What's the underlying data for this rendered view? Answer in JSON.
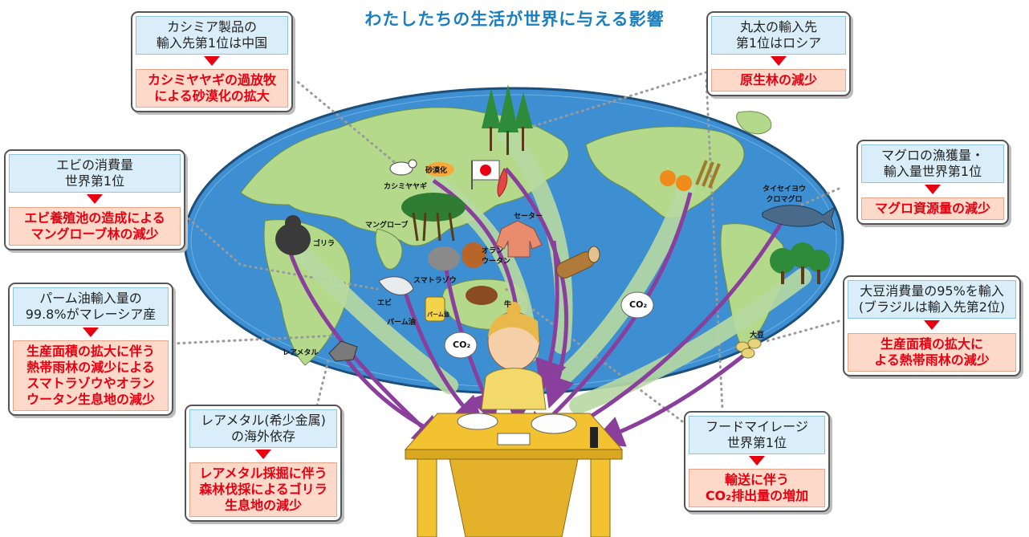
{
  "title": "わたしたちの生活が世界に与える影響",
  "cards": {
    "cashmere": {
      "fact": "カシミア製品の\n輸入先第1位は中国",
      "impact": "カシミヤヤギの過放牧\nによる砂漠化の拡大"
    },
    "logs": {
      "fact": "丸太の輸入先\n第1位はロシア",
      "impact": "原生林の減少"
    },
    "shrimp": {
      "fact": "エビの消費量\n世界第1位",
      "impact": "エビ養殖池の造成による\nマングローブ林の減少"
    },
    "tuna": {
      "fact": "マグロの漁獲量・\n輸入量世界第1位",
      "impact": "マグロ資源量の減少"
    },
    "palm": {
      "fact": "パーム油輸入量の\n99.8%がマレーシア産",
      "impact": "生産面積の拡大に伴う\n熱帯雨林の減少による\nスマトラゾウやオラン\nウータン生息地の減少"
    },
    "soy": {
      "fact": "大豆消費量の95%を輸入\n(ブラジルは輸入先第2位)",
      "impact": "生産面積の拡大に\nよる熱帯雨林の減少"
    },
    "raremetal": {
      "fact": "レアメタル(希少金属)\nの海外依存",
      "impact": "レアメタル採掘に伴う\n森林伐採によるゴリラ\n生息地の減少"
    },
    "foodmileage": {
      "fact": "フードマイレージ\n世界第1位",
      "impact": "輸送に伴う\nCO₂排出量の増加"
    }
  },
  "map_labels": {
    "desert": "砂漠化",
    "goat": "カシミヤヤギ",
    "mangrove": "マングローブ",
    "sweater": "セーター",
    "gorilla": "ゴリラ",
    "orangutan": "オラン\nウータン",
    "elephant": "スマトラゾウ",
    "shrimp": "エビ",
    "palm_oil": "パーム油",
    "cow": "牛",
    "co2_a": "CO₂",
    "co2_b": "CO₂",
    "rare_metal": "レアメタル",
    "tuna": "タイセイヨウ\nクロマグロ",
    "soy": "大豆",
    "palm_can": "パーム油"
  },
  "colors": {
    "title": "#1a7fc0",
    "impact_text": "#e60012",
    "fact_bg": "#d9eef9",
    "impact_bg": "#fcd9c8",
    "ocean": "#3d8fd1",
    "land": "#b5d98a",
    "arrow_purple": "#8a3f9c",
    "arrow_green": "#b7d9a3",
    "table": "#f2c230"
  }
}
